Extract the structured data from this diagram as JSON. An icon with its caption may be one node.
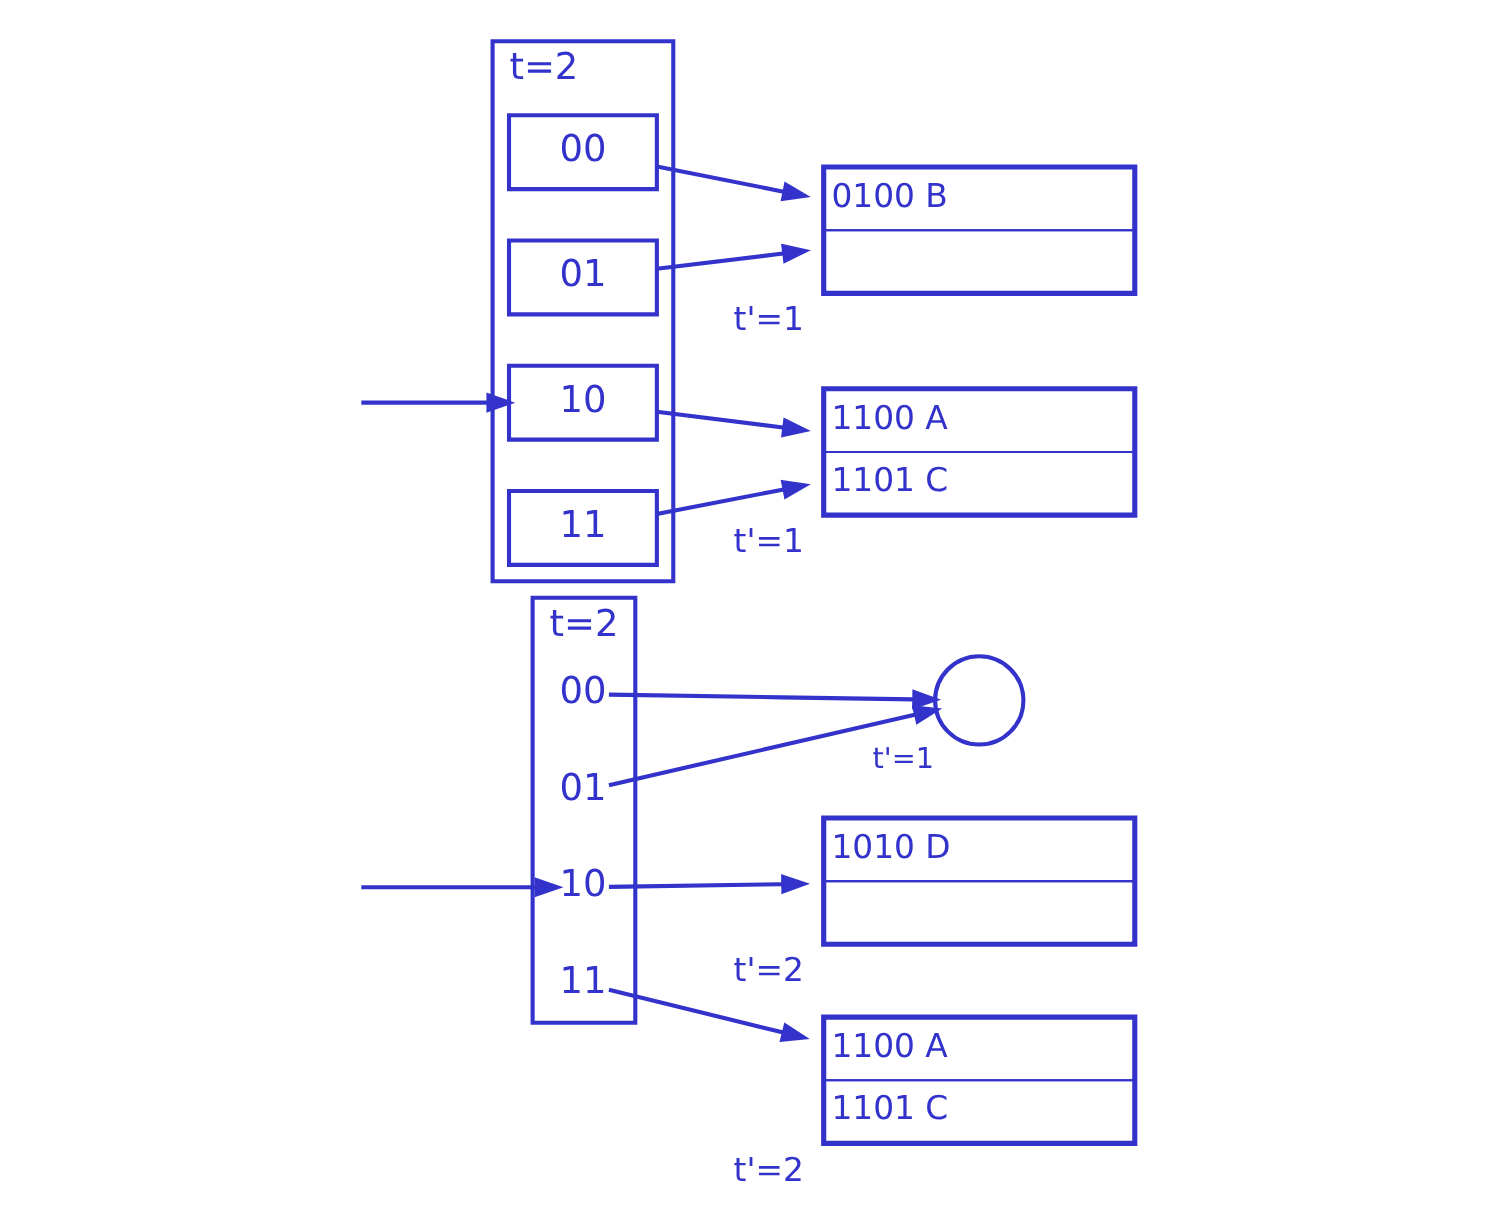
{
  "diagram": {
    "nodes": [
      {
        "text": [
          "t=2"
        ]
      },
      {
        "text": [
          "00"
        ],
        "in": 0
      },
      {
        "text": [
          "01"
        ],
        "in": 0
      },
      {
        "text": [
          "10"
        ],
        "in": 0
      },
      {
        "text": [
          "11"
        ],
        "in": 0
      },
      {
        "text": [
          "0100 B"
        ],
        "beside": [
          "t'=1"
        ]
      },
      {
        "text": [
          "1100 A",
          "1101 C"
        ],
        "beside": [
          "t'=1"
        ]
      },
      {
        "text": [
          "t=2"
        ]
      },
      {
        "text": [
          "00"
        ],
        "in": 7
      },
      {
        "text": [
          "01"
        ],
        "in": 7
      },
      {
        "text": [
          "10"
        ],
        "in": 7
      },
      {
        "text": [
          "11"
        ],
        "in": 7
      },
      {
        "text": [],
        "shape": "circle",
        "beside": [
          "t'=1"
        ]
      },
      {
        "text": [
          "1010 D"
        ],
        "beside": [
          "t'=2"
        ]
      },
      {
        "text": [
          "1100 A",
          "1101 C"
        ],
        "beside": [
          "t'=2"
        ]
      }
    ],
    "edges": [
      {
        "from": 1,
        "to": 5,
        "arrow": "to"
      },
      {
        "from": 2,
        "to": 5,
        "arrow": "to"
      },
      {
        "from": null,
        "to": 3,
        "arrow": "to"
      },
      {
        "from": 3,
        "to": 6,
        "arrow": "to"
      },
      {
        "from": 4,
        "to": 6,
        "arrow": "to"
      },
      {
        "from": null,
        "to": 10,
        "arrow": "to"
      },
      {
        "from": 8,
        "to": 12,
        "arrow": "to"
      },
      {
        "from": 9,
        "to": 12,
        "arrow": "to"
      },
      {
        "from": 10,
        "to": 13,
        "arrow": "to"
      },
      {
        "from": 11,
        "to": 14,
        "arrow": "to"
      }
    ]
  }
}
